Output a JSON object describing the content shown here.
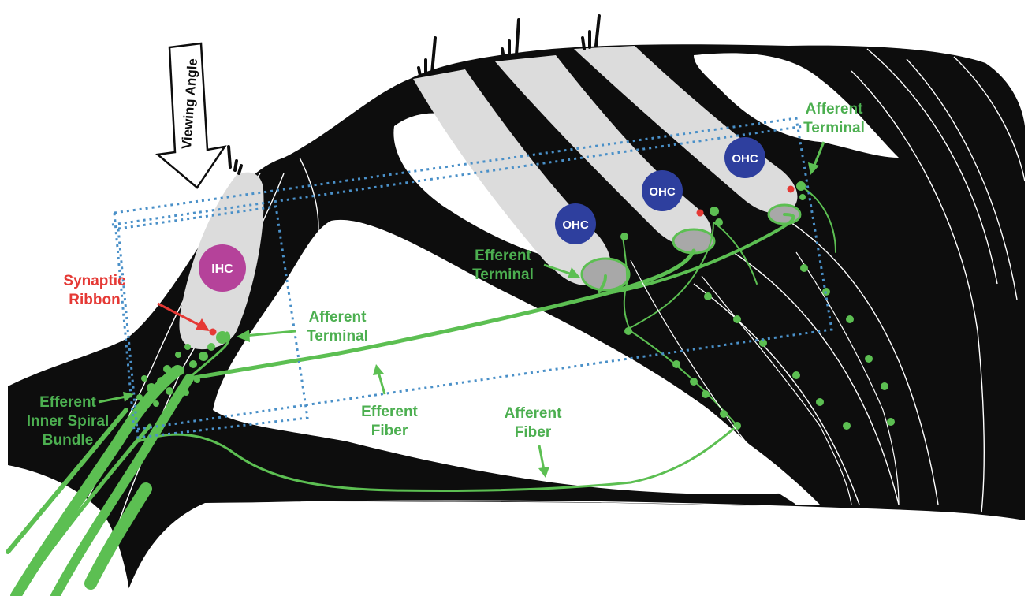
{
  "labels": {
    "viewing_angle": "Viewing Angle",
    "synaptic_ribbon": [
      "Synaptic",
      "Ribbon"
    ],
    "afferent_terminal_ihc": [
      "Afferent",
      "Terminal"
    ],
    "afferent_terminal_ohc": [
      "Afferent",
      "Terminal"
    ],
    "efferent_terminal": [
      "Efferent",
      "Terminal"
    ],
    "efferent_inner_spiral_bundle": [
      "Efferent",
      "Inner Spiral",
      "Bundle"
    ],
    "efferent_fiber": [
      "Efferent",
      "Fiber"
    ],
    "afferent_fiber": [
      "Afferent",
      "Fiber"
    ]
  },
  "cells": {
    "ihc": "IHC",
    "ohc_1": "OHC",
    "ohc_2": "OHC",
    "ohc_3": "OHC"
  },
  "colors": {
    "tissue": "#0d0d0d",
    "cell_fill": "#dcdcdc",
    "ihc_nucleus": "#b5429a",
    "ohc_nucleus": "#2e3f9e",
    "nerve": "#5cbf52",
    "label_green": "#4caf50",
    "label_red": "#e53935",
    "ribbon": "#e53935",
    "focus_box": "#4a90c8"
  }
}
